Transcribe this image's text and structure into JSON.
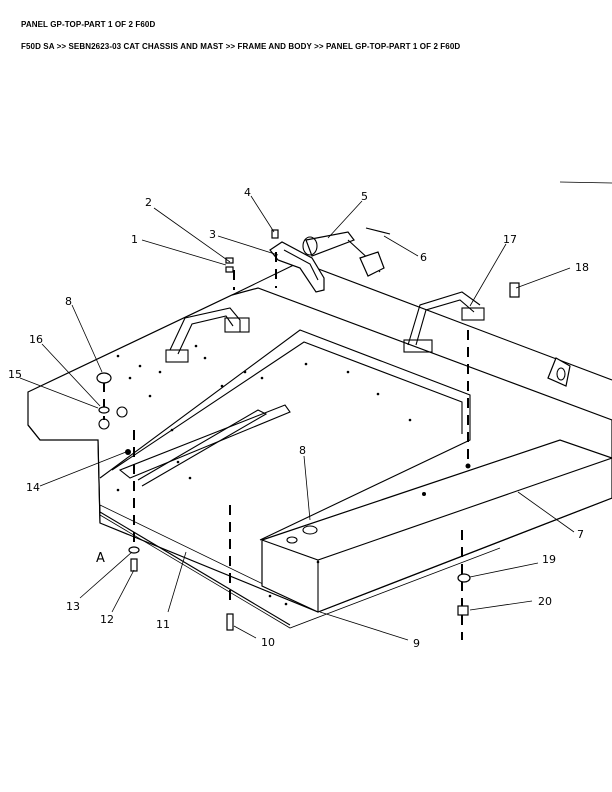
{
  "header": {
    "title": "PANEL GP-TOP-PART 1 OF 2 F60D",
    "breadcrumb": "F50D SA >> SEBN2623-03 CAT CHASSIS AND MAST >> FRAME AND BODY >> PANEL GP-TOP-PART 1 OF 2 F60D"
  },
  "diagram": {
    "view_label": "A",
    "callouts": [
      "1",
      "2",
      "3",
      "4",
      "5",
      "6",
      "7",
      "8",
      "8",
      "9",
      "10",
      "11",
      "12",
      "13",
      "14",
      "15",
      "16",
      "17",
      "18",
      "19",
      "20"
    ]
  }
}
